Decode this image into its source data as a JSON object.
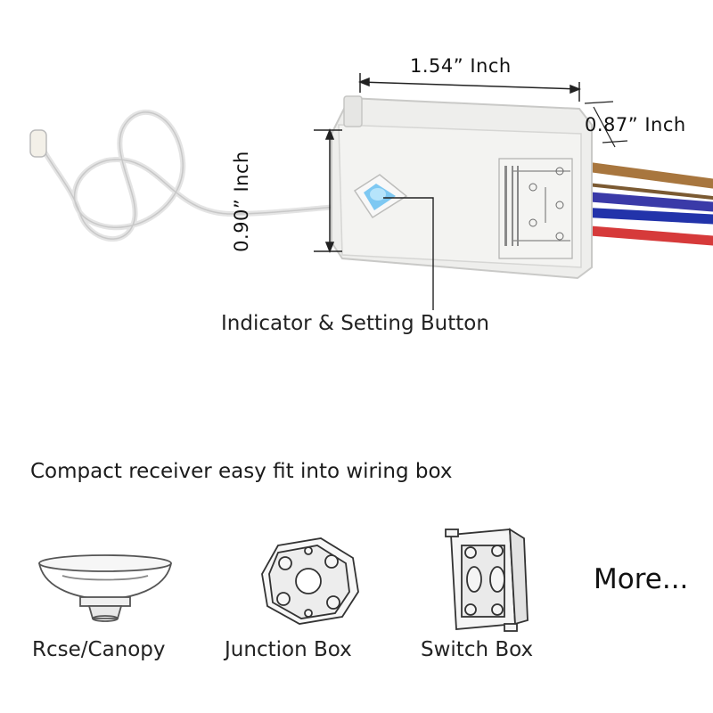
{
  "product": {
    "dimensions": {
      "width": "1.54”  Inch",
      "depth": "0.87”  Inch",
      "height": "0.90”  Inch"
    },
    "callout": "Indicator & Setting Button",
    "wire_colors": [
      "#a8763e",
      "#3a3aa8",
      "#2233aa",
      "#d63a3a"
    ]
  },
  "tagline": "Compact receiver easy fit into wiring box",
  "box_types": [
    {
      "label": "Rcse/Canopy"
    },
    {
      "label": "Junction Box"
    },
    {
      "label": "Switch Box"
    }
  ],
  "more_label": "More..."
}
